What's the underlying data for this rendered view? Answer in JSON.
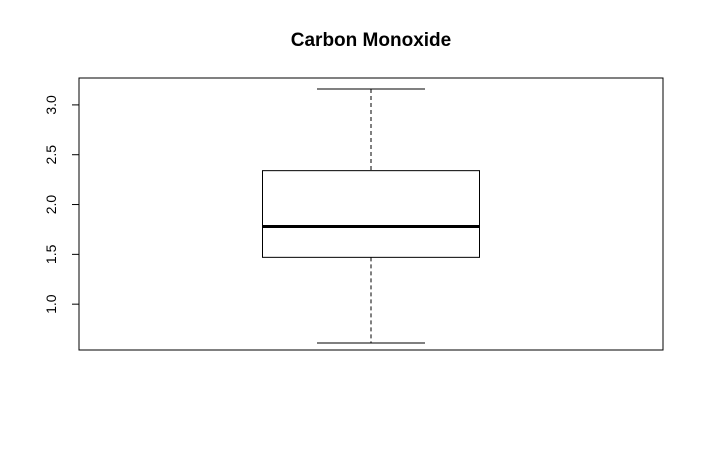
{
  "chart_data": {
    "type": "box",
    "title": "Carbon Monoxide",
    "xlabel": "",
    "ylabel": "",
    "y_ticks": [
      1.0,
      1.5,
      2.0,
      2.5,
      3.0
    ],
    "y_tick_labels": [
      "1.0",
      "1.5",
      "2.0",
      "2.5",
      "3.0"
    ],
    "ylim": [
      0.54,
      3.27
    ],
    "grid": false,
    "box": {
      "min": 0.61,
      "q1": 1.47,
      "median": 1.78,
      "q3": 2.34,
      "max": 3.16
    }
  }
}
